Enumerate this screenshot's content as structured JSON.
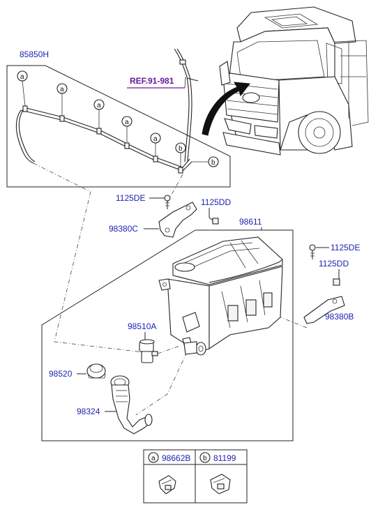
{
  "labels": {
    "hose_assy": "85850H",
    "ref": "REF.91-981",
    "bolt_top": "1125DE",
    "nut_top": "1125DD",
    "bracket_left": "98380C",
    "reservoir": "98611",
    "bolt_right": "1125DE",
    "nut_right": "1125DD",
    "bracket_right": "98380B",
    "pump": "98510A",
    "cap": "98520",
    "filler": "98324"
  },
  "callouts": {
    "a": "a",
    "b": "b"
  },
  "legend": [
    {
      "key": "a",
      "part": "98662B"
    },
    {
      "key": "b",
      "part": "81199"
    }
  ]
}
